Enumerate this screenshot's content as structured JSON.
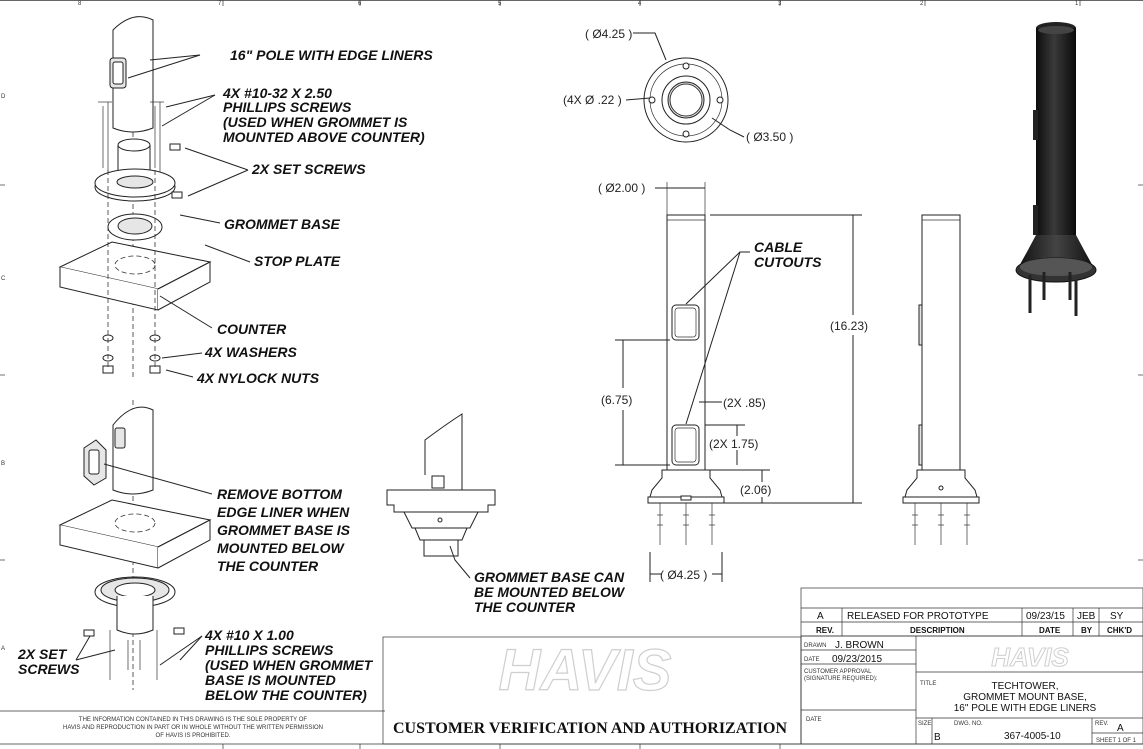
{
  "border": {
    "top_numbers": [
      "8",
      "7",
      "6",
      "5",
      "4",
      "3",
      "2",
      "1"
    ],
    "side_letters": [
      "D",
      "C",
      "B",
      "A"
    ]
  },
  "callouts": {
    "pole_edge_liners": "16\" POLE WITH EDGE LINERS",
    "phillips_screws_above": [
      "4X #10-32 X 2.50",
      "PHILLIPS SCREWS",
      "(USED WHEN GROMMET IS",
      "MOUNTED ABOVE COUNTER)"
    ],
    "set_screws_top": "2X SET SCREWS",
    "grommet_base": "GROMMET BASE",
    "stop_plate": "STOP PLATE",
    "counter": "COUNTER",
    "washers": "4X WASHERS",
    "nylock_nuts": "4X NYLOCK NUTS",
    "remove_liner": [
      "REMOVE BOTTOM",
      "EDGE LINER WHEN",
      "GROMMET BASE IS",
      "MOUNTED BELOW",
      "THE COUNTER"
    ],
    "set_screws_bottom": [
      "2X SET",
      "SCREWS"
    ],
    "phillips_screws_below": [
      "4X #10 X 1.00",
      "PHILLIPS SCREWS",
      "(USED WHEN GROMMET",
      "BASE  IS MOUNTED",
      "BELOW THE COUNTER)"
    ],
    "grommet_below": [
      "GROMMET BASE CAN",
      "BE MOUNTED BELOW",
      "THE COUNTER"
    ],
    "cable_cutouts": [
      "CABLE",
      "CUTOUTS"
    ]
  },
  "dimensions": {
    "d_425_top": "( Ø4.25 )",
    "holes": "(4X  Ø  .22 )",
    "d_350": "( Ø3.50 )",
    "d_200": "( Ø2.00 )",
    "h_1623": "(16.23)",
    "h_675": "(6.75)",
    "w_85": "(2X .85)",
    "h_175": "(2X 1.75)",
    "h_206": "(2.06)",
    "d_425_bottom": "( Ø4.25 )"
  },
  "disclaimer": [
    "THE INFORMATION CONTAINED IN THIS DRAWING IS THE SOLE PROPERTY OF",
    "HAVIS AND REPRODUCTION IN PART OR IN WHOLE WITHOUT THE WRITTEN PERMISSION",
    "OF HAVIS IS PROHIBITED."
  ],
  "watermark": "HAVIS",
  "customer_verification": "CUSTOMER  VERIFICATION AND AUTHORIZATION",
  "date_label_left": "DATE",
  "revision_table": {
    "rev": "A",
    "description": "RELEASED FOR PROTOTYPE",
    "date": "09/23/15",
    "by": "JEB",
    "chkd": "SY",
    "headers": [
      "REV.",
      "DESCRIPTION",
      "DATE",
      "BY",
      "CHK'D"
    ]
  },
  "title_block": {
    "drawn_label": "DRAWN",
    "drawn_value": "J. BROWN",
    "date_label": "DATE",
    "date_value": "09/23/2015",
    "customer_approval": [
      "CUSTOMER APPROVAL",
      "(SIGNATURE REQUIRED):"
    ],
    "date_label_2": "DATE",
    "title_label": "TITLE",
    "title_lines": [
      "TECHTOWER,",
      "GROMMET MOUNT BASE,",
      "16\" POLE WITH EDGE LINERS"
    ],
    "size_label": "SIZE",
    "size_value": "B",
    "dwg_label": "DWG. NO.",
    "dwg_value": "367-4005-10",
    "rev_label": "REV.",
    "rev_value": "A",
    "sheet": "SHEET 1 OF 1"
  }
}
